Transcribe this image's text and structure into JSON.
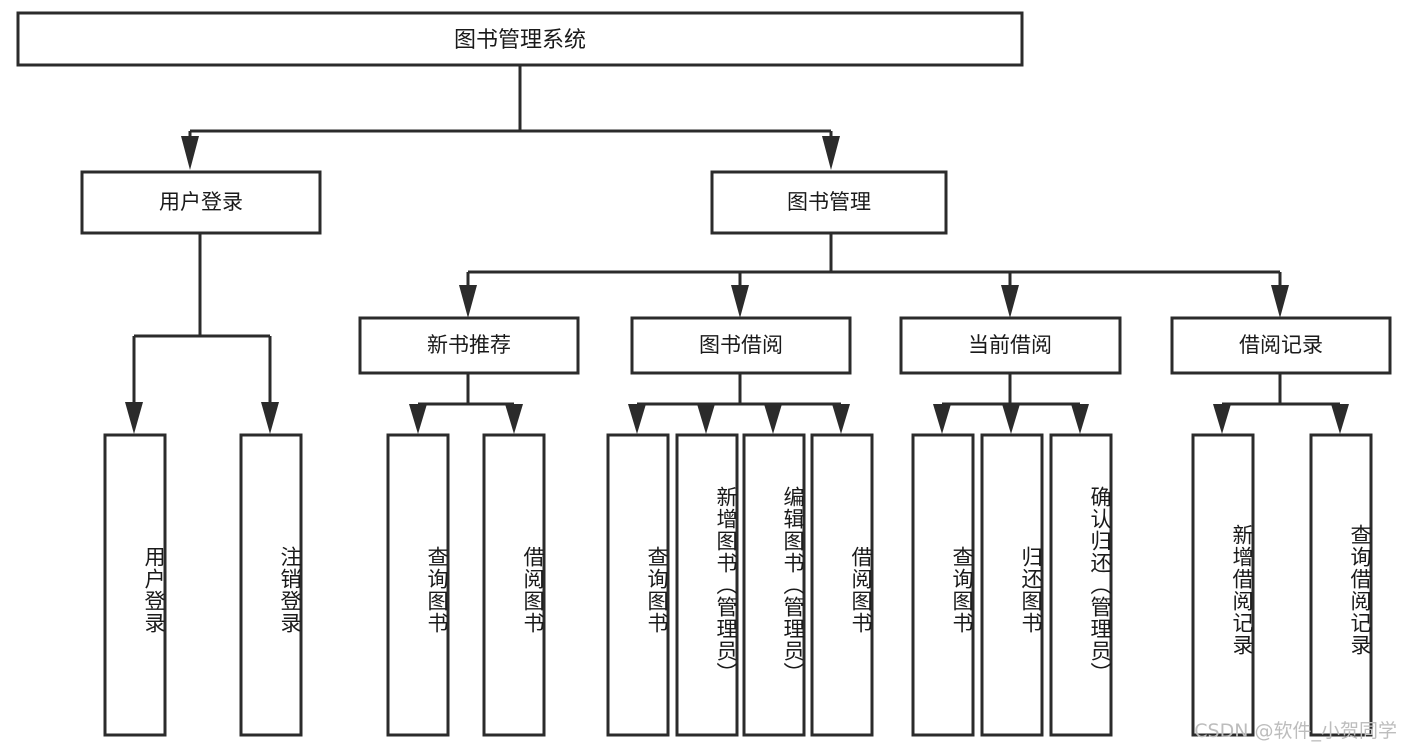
{
  "diagram": {
    "kind": "tree-hierarchy-diagram",
    "title": "图书管理系统",
    "orientation": "top-down",
    "colors": {
      "box_stroke": "#2b2b2b",
      "box_fill": "#ffffff",
      "text": "#1a1a1a",
      "connector": "#2b2b2b",
      "background": "#ffffff",
      "watermark": "#bdbdbd"
    },
    "root": {
      "label": "图书管理系统"
    },
    "level2": [
      {
        "label": "用户登录"
      },
      {
        "label": "图书管理"
      }
    ],
    "level3": [
      {
        "label": "新书推荐"
      },
      {
        "label": "图书借阅"
      },
      {
        "label": "当前借阅"
      },
      {
        "label": "借阅记录"
      }
    ],
    "leaves": {
      "user_login": [
        {
          "label": "用户登录"
        },
        {
          "label": "注销登录"
        }
      ],
      "new_book_recommend": [
        {
          "label": "查询图书"
        },
        {
          "label": "借阅图书"
        }
      ],
      "book_borrow": [
        {
          "label": "查询图书"
        },
        {
          "label": "新增图书（管理员）"
        },
        {
          "label": "编辑图书（管理员）"
        },
        {
          "label": "借阅图书"
        }
      ],
      "current_borrow": [
        {
          "label": "查询图书"
        },
        {
          "label": "归还图书"
        },
        {
          "label": "确认归还（管理员）"
        }
      ],
      "borrow_record": [
        {
          "label": "新增借阅记录"
        },
        {
          "label": "查询借阅记录"
        }
      ]
    }
  },
  "watermark": {
    "text": "CSDN @软件_小贺同学"
  }
}
